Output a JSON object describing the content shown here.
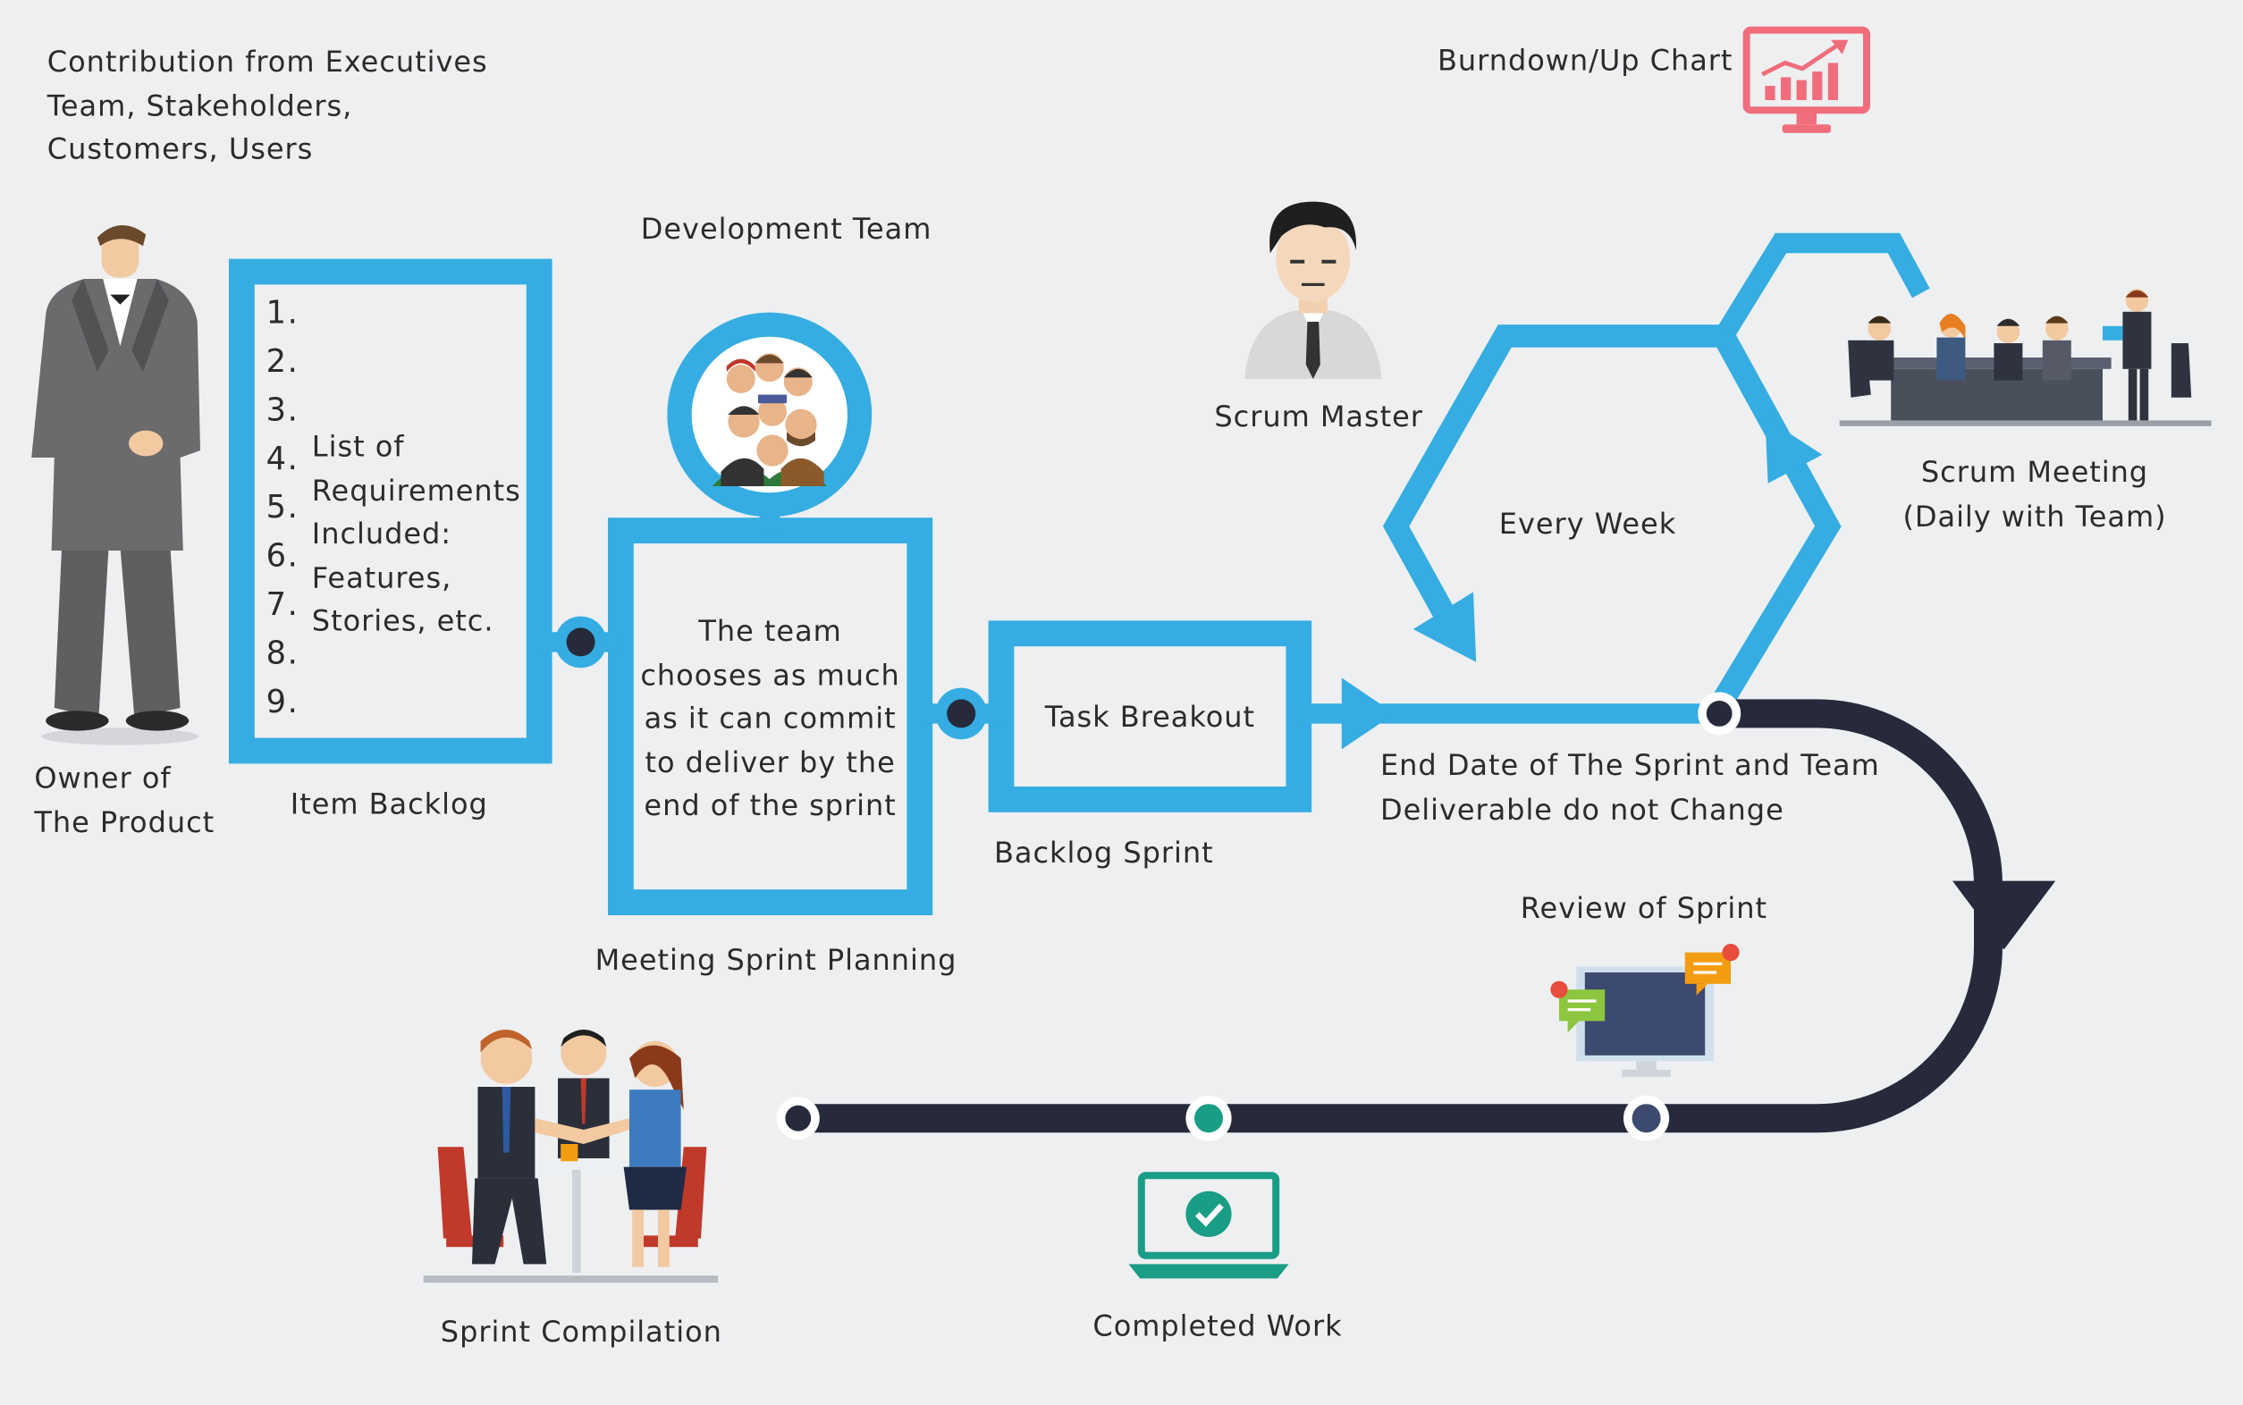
{
  "contribution": {
    "line1": "Contribution from Executives",
    "line2": "Team, Stakeholders,",
    "line3": "Customers, Users"
  },
  "owner": {
    "line1": "Owner of",
    "line2": "The Product"
  },
  "item_backlog": {
    "label": "Item Backlog",
    "numbers": [
      "1.",
      "2.",
      "3.",
      "4.",
      "5.",
      "6.",
      "7.",
      "8.",
      "9."
    ],
    "desc_lines": [
      "List of",
      "Requirements",
      "Included:",
      "Features,",
      "Stories, etc."
    ]
  },
  "development_team": {
    "label": "Development Team"
  },
  "sprint_planning": {
    "label": "Meeting Sprint Planning",
    "text_lines": [
      "The team",
      "chooses as much",
      "as it can commit",
      "to deliver by the",
      "end of the sprint"
    ]
  },
  "task_breakout": {
    "label": "Task Breakout"
  },
  "backlog_sprint": {
    "label": "Backlog Sprint"
  },
  "scrum_master": {
    "label": "Scrum Master"
  },
  "burndown": {
    "label": "Burndown/Up Chart"
  },
  "every_week": {
    "label": "Every Week"
  },
  "scrum_meeting": {
    "line1": "Scrum Meeting",
    "line2": "(Daily with Team)"
  },
  "end_date": {
    "line1": "End Date of The Sprint and Team",
    "line2": "Deliverable do not Change"
  },
  "review": {
    "label": "Review of Sprint"
  },
  "sprint_compilation": {
    "label": "Sprint Compilation"
  },
  "completed_work": {
    "label": "Completed Work"
  },
  "colors": {
    "blue": "#35ade2",
    "dark": "#262a3a",
    "teal": "#1a9d85",
    "pink": "#f06d7c"
  },
  "icons": [
    "businessman-icon",
    "team-avatar-icon",
    "scrum-master-icon",
    "bar-chart-monitor-icon",
    "meeting-icon",
    "review-monitor-icon",
    "handshake-icon",
    "laptop-check-icon"
  ]
}
